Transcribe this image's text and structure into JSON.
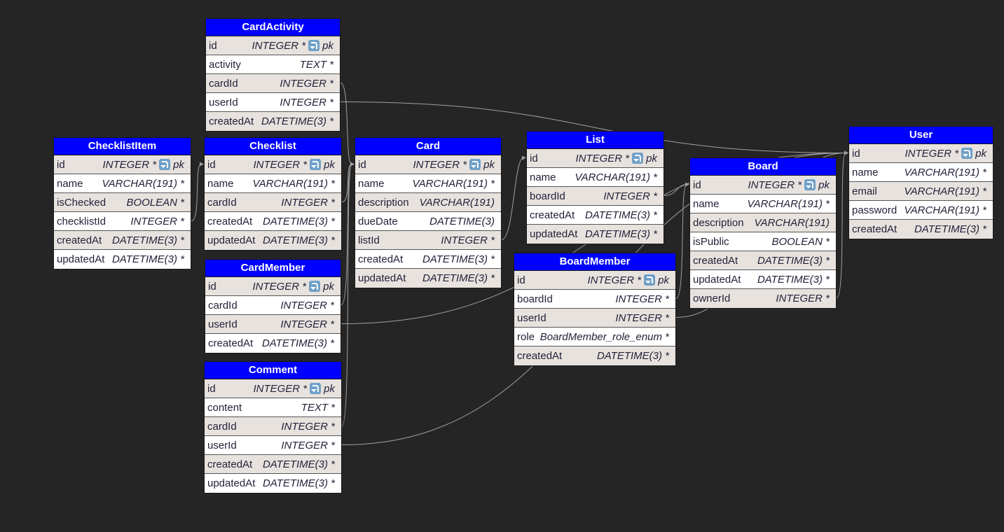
{
  "tables": {
    "cardactivity": {
      "name": "CardActivity",
      "columns": [
        {
          "name": "id",
          "type": "INTEGER *",
          "pk": "pk"
        },
        {
          "name": "activity",
          "type": "TEXT *"
        },
        {
          "name": "cardId",
          "type": "INTEGER *"
        },
        {
          "name": "userId",
          "type": "INTEGER *"
        },
        {
          "name": "createdAt",
          "type": "DATETIME(3) *"
        }
      ]
    },
    "checklistitem": {
      "name": "ChecklistItem",
      "columns": [
        {
          "name": "id",
          "type": "INTEGER *",
          "pk": "pk"
        },
        {
          "name": "name",
          "type": "VARCHAR(191) *"
        },
        {
          "name": "isChecked",
          "type": "BOOLEAN *"
        },
        {
          "name": "checklistId",
          "type": "INTEGER *"
        },
        {
          "name": "createdAt",
          "type": "DATETIME(3) *"
        },
        {
          "name": "updatedAt",
          "type": "DATETIME(3) *"
        }
      ]
    },
    "checklist": {
      "name": "Checklist",
      "columns": [
        {
          "name": "id",
          "type": "INTEGER *",
          "pk": "pk"
        },
        {
          "name": "name",
          "type": "VARCHAR(191) *"
        },
        {
          "name": "cardId",
          "type": "INTEGER *"
        },
        {
          "name": "createdAt",
          "type": "DATETIME(3) *"
        },
        {
          "name": "updatedAt",
          "type": "DATETIME(3) *"
        }
      ]
    },
    "card": {
      "name": "Card",
      "columns": [
        {
          "name": "id",
          "type": "INTEGER *",
          "pk": "pk"
        },
        {
          "name": "name",
          "type": "VARCHAR(191) *"
        },
        {
          "name": "description",
          "type": "VARCHAR(191)"
        },
        {
          "name": "dueDate",
          "type": "DATETIME(3)"
        },
        {
          "name": "listId",
          "type": "INTEGER *"
        },
        {
          "name": "createdAt",
          "type": "DATETIME(3) *"
        },
        {
          "name": "updatedAt",
          "type": "DATETIME(3) *"
        }
      ]
    },
    "list": {
      "name": "List",
      "columns": [
        {
          "name": "id",
          "type": "INTEGER *",
          "pk": "pk"
        },
        {
          "name": "name",
          "type": "VARCHAR(191) *"
        },
        {
          "name": "boardId",
          "type": "INTEGER *"
        },
        {
          "name": "createdAt",
          "type": "DATETIME(3) *"
        },
        {
          "name": "updatedAt",
          "type": "DATETIME(3) *"
        }
      ]
    },
    "board": {
      "name": "Board",
      "columns": [
        {
          "name": "id",
          "type": "INTEGER *",
          "pk": "pk"
        },
        {
          "name": "name",
          "type": "VARCHAR(191) *"
        },
        {
          "name": "description",
          "type": "VARCHAR(191)"
        },
        {
          "name": "isPublic",
          "type": "BOOLEAN *"
        },
        {
          "name": "createdAt",
          "type": "DATETIME(3) *"
        },
        {
          "name": "updatedAt",
          "type": "DATETIME(3) *"
        },
        {
          "name": "ownerId",
          "type": "INTEGER *"
        }
      ]
    },
    "user": {
      "name": "User",
      "columns": [
        {
          "name": "id",
          "type": "INTEGER *",
          "pk": "pk"
        },
        {
          "name": "name",
          "type": "VARCHAR(191) *"
        },
        {
          "name": "email",
          "type": "VARCHAR(191) *"
        },
        {
          "name": "password",
          "type": "VARCHAR(191) *"
        },
        {
          "name": "createdAt",
          "type": "DATETIME(3) *"
        }
      ]
    },
    "cardmember": {
      "name": "CardMember",
      "columns": [
        {
          "name": "id",
          "type": "INTEGER *",
          "pk": "pk"
        },
        {
          "name": "cardId",
          "type": "INTEGER *"
        },
        {
          "name": "userId",
          "type": "INTEGER *"
        },
        {
          "name": "createdAt",
          "type": "DATETIME(3) *"
        }
      ]
    },
    "boardmember": {
      "name": "BoardMember",
      "columns": [
        {
          "name": "id",
          "type": "INTEGER *",
          "pk": "pk"
        },
        {
          "name": "boardId",
          "type": "INTEGER *"
        },
        {
          "name": "userId",
          "type": "INTEGER *"
        },
        {
          "name": "role",
          "type": "BoardMember_role_enum *"
        },
        {
          "name": "createdAt",
          "type": "DATETIME(3) *"
        }
      ]
    },
    "comment": {
      "name": "Comment",
      "columns": [
        {
          "name": "id",
          "type": "INTEGER *",
          "pk": "pk"
        },
        {
          "name": "content",
          "type": "TEXT *"
        },
        {
          "name": "cardId",
          "type": "INTEGER *"
        },
        {
          "name": "userId",
          "type": "INTEGER *"
        },
        {
          "name": "createdAt",
          "type": "DATETIME(3) *"
        },
        {
          "name": "updatedAt",
          "type": "DATETIME(3) *"
        }
      ]
    }
  },
  "relations": [
    {
      "from": "cardactivity.cardId",
      "to": "card.id"
    },
    {
      "from": "cardactivity.userId",
      "to": "user.id"
    },
    {
      "from": "checklistitem.checklistId",
      "to": "checklist.id"
    },
    {
      "from": "checklist.cardId",
      "to": "card.id"
    },
    {
      "from": "cardmember.cardId",
      "to": "card.id"
    },
    {
      "from": "cardmember.userId",
      "to": "user.id"
    },
    {
      "from": "comment.cardId",
      "to": "card.id"
    },
    {
      "from": "comment.userId",
      "to": "user.id"
    },
    {
      "from": "card.listId",
      "to": "list.id"
    },
    {
      "from": "list.boardId",
      "to": "board.id"
    },
    {
      "from": "boardmember.boardId",
      "to": "board.id"
    },
    {
      "from": "boardmember.userId",
      "to": "user.id"
    },
    {
      "from": "board.ownerId",
      "to": "user.id"
    }
  ],
  "colors": {
    "background": "#252525",
    "header": "#0000ff",
    "row_odd": "#e8e2de",
    "row_even": "#ffffff",
    "edge": "#a0a0a0"
  },
  "icons": {
    "primary_key": "key-icon"
  }
}
